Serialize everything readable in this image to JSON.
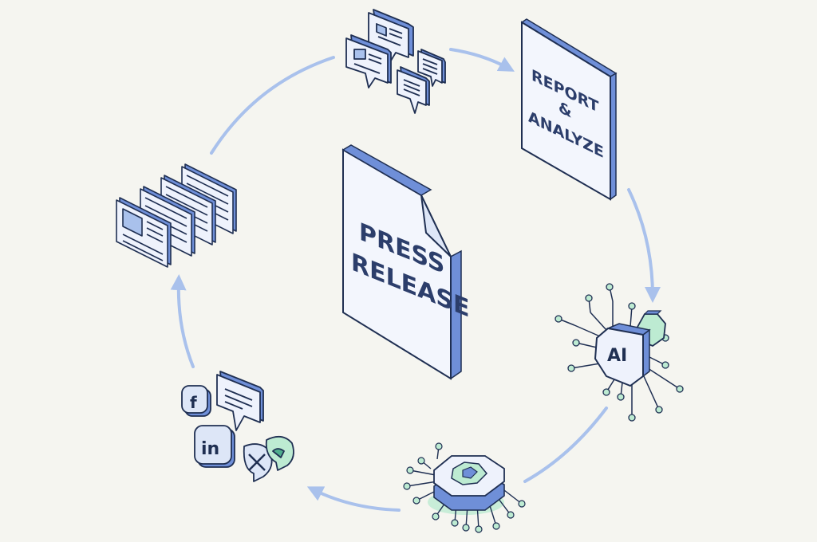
{
  "center": {
    "line1": "PRESS",
    "line2": "RELEASE"
  },
  "report": {
    "line1": "REPORT",
    "line2": "&",
    "line3": "ANALYZE"
  },
  "ai": {
    "label": "AI"
  },
  "social": {
    "facebook": "f",
    "linkedin": "in"
  },
  "colors": {
    "background": "#f5f5f0",
    "outline": "#1f2f52",
    "blue": "#6f8fd8",
    "light_blue": "#dde6f7",
    "arrow": "#a9c1ec",
    "green": "#bdebd2",
    "green_dot": "#4fae8e"
  }
}
